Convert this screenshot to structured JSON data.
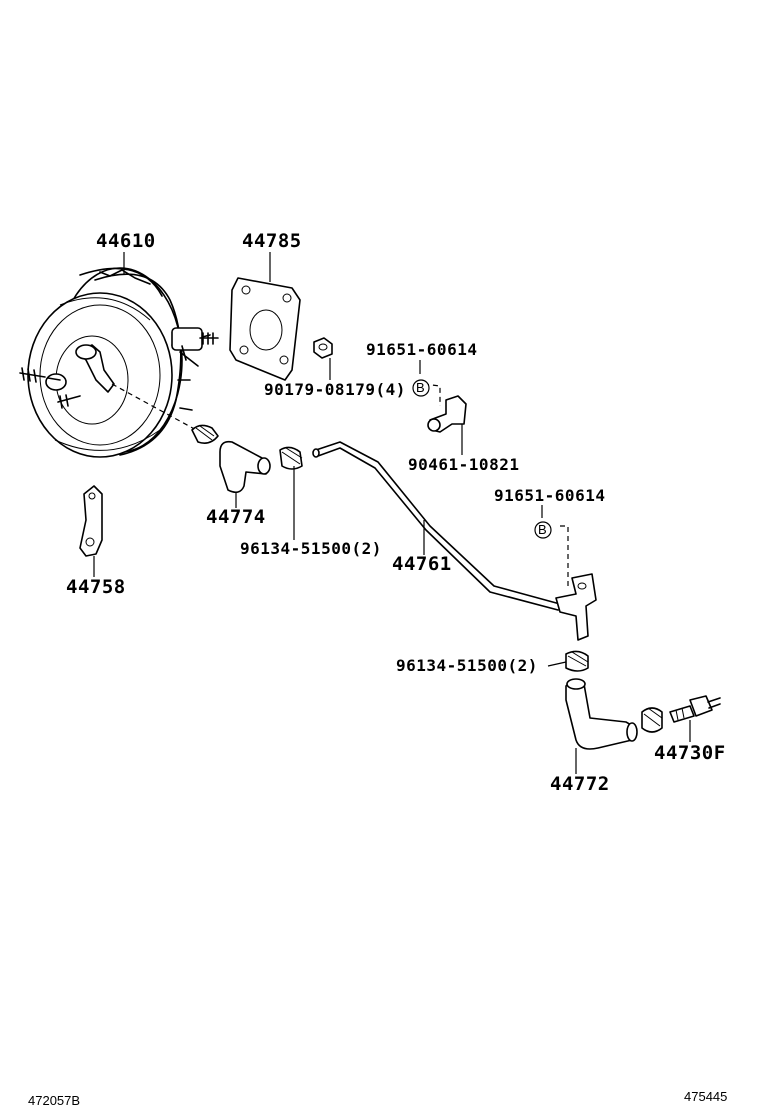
{
  "parts": {
    "booster": "44610",
    "gasket": "44785",
    "nut_upper": "91651-60614",
    "nut_qty": "90179-08179(4)",
    "union": "90461-10821",
    "nut_lower": "91651-60614",
    "hose_upper": "44774",
    "clip_upper": "96134-51500(2)",
    "bracket": "44758",
    "tube": "44761",
    "clip_lower": "96134-51500(2)",
    "hose_lower": "44772",
    "check_valve": "44730F"
  },
  "callout_marker": "B",
  "footer": {
    "left_code": "472057B",
    "right_code": "475445"
  }
}
